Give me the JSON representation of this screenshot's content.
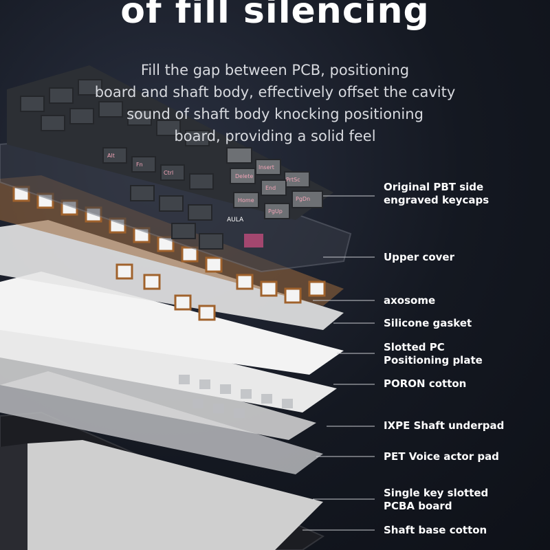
{
  "headline": "of fill silencing",
  "description": {
    "lines": [
      "Fill the gap between PCB, positioning",
      "board and shaft body, effectively offset the cavity",
      "sound of shaft body knocking positioning",
      "board, providing a solid feel"
    ]
  },
  "layers": [
    {
      "line1": "Original PBT side",
      "line2": "engraved keycaps"
    },
    {
      "line1": "Upper cover",
      "line2": ""
    },
    {
      "line1": "axosome",
      "line2": ""
    },
    {
      "line1": "Silicone gasket",
      "line2": ""
    },
    {
      "line1": "Slotted PC",
      "line2": "Positioning plate"
    },
    {
      "line1": "PORON cotton",
      "line2": ""
    },
    {
      "line1": "IXPE Shaft underpad",
      "line2": ""
    },
    {
      "line1": "PET Voice actor pad",
      "line2": ""
    },
    {
      "line1": "Single key slotted",
      "line2": "PCBA board"
    },
    {
      "line1": "Shaft base cotton",
      "line2": ""
    }
  ],
  "keycap_legends": [
    "Alt",
    "Fn",
    "Ctrl",
    "Delete",
    "End",
    "PgDn",
    "Home",
    "PgUp",
    "Insert",
    "PrtSc",
    "AULA"
  ],
  "colors": {
    "background": "#141821",
    "text": "#ffffff",
    "keycap_dark": "#3a3d42",
    "keycap_grey": "#6d7074",
    "switch_white": "#f2f2f2",
    "switch_brown": "#a0622c",
    "plate_white": "#f5f5f5",
    "pcb_silver": "#d8d8d8"
  }
}
